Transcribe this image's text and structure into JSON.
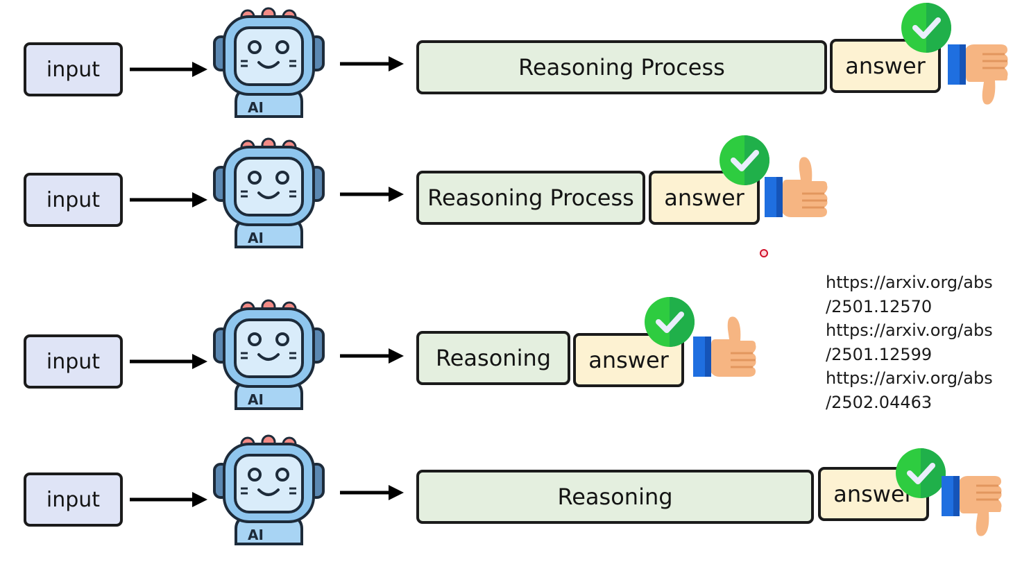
{
  "rows": [
    {
      "input_label": "input",
      "reasoning_label": "Reasoning Process",
      "answer_label": "answer",
      "verdict": "thumbs-down",
      "reasoning_length": "long"
    },
    {
      "input_label": "input",
      "reasoning_label": "Reasoning Process",
      "answer_label": "answer",
      "verdict": "thumbs-up",
      "reasoning_length": "medium"
    },
    {
      "input_label": "input",
      "reasoning_label": "Reasoning",
      "answer_label": "answer",
      "verdict": "thumbs-up",
      "reasoning_length": "short"
    },
    {
      "input_label": "input",
      "reasoning_label": "Reasoning",
      "answer_label": "answer",
      "verdict": "thumbs-down",
      "reasoning_length": "long"
    }
  ],
  "robot_badge": "AI",
  "references": [
    "https://arxiv.org/abs",
    "/2501.12570",
    "https://arxiv.org/abs",
    "/2501.12599",
    "https://arxiv.org/abs",
    "/2502.04463"
  ],
  "colors": {
    "input_fill": "#dfe4f6",
    "reasoning_fill": "#e4efdf",
    "answer_fill": "#fdf2d2",
    "check_green": "#2ecc40",
    "thumb_skin": "#f6b582",
    "cuff_blue": "#1f6fe0",
    "robot_blue": "#8fc6ee"
  }
}
